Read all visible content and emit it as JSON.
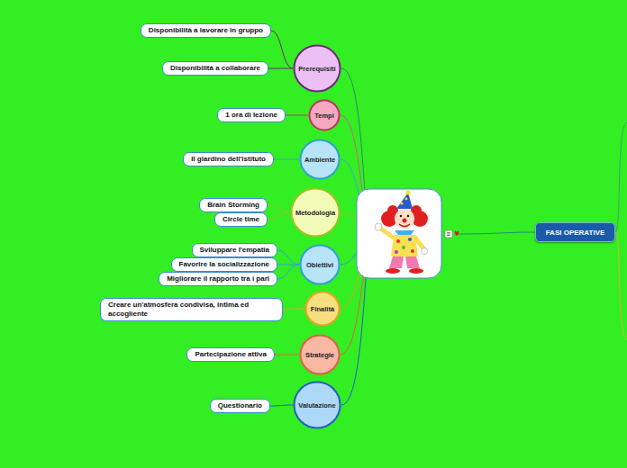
{
  "diagram": {
    "nodes": [
      {
        "text": [
          "Prerequisiti"
        ]
      },
      {
        "text": [
          "Disponibilità a lavorare in gruppo"
        ]
      },
      {
        "text": [
          "Disponibilità a collaborare"
        ]
      },
      {
        "text": [
          "Tempi"
        ]
      },
      {
        "text": [
          "1 ora di lezione"
        ]
      },
      {
        "text": [
          "Ambiente"
        ]
      },
      {
        "text": [
          "Il giardino dell'istituto"
        ]
      },
      {
        "text": [
          "Metodologia"
        ]
      },
      {
        "text": [
          "Brain Storming"
        ]
      },
      {
        "text": [
          "Circle time"
        ]
      },
      {
        "text": [
          "Obiettivi"
        ]
      },
      {
        "text": [
          "Sviluppare l'empatia"
        ]
      },
      {
        "text": [
          "Favorire la socializzazione"
        ]
      },
      {
        "text": [
          "Migliorare il rapporto tra i pari"
        ]
      },
      {
        "text": [
          "Finalità"
        ]
      },
      {
        "text": [
          "Creare un'atmosfera condivisa, intima ed accogliente"
        ]
      },
      {
        "text": [
          "Strategie"
        ]
      },
      {
        "text": [
          "Partecipazione attiva"
        ]
      },
      {
        "text": [
          "Valutazione"
        ]
      },
      {
        "text": [
          "Questionario"
        ]
      },
      {
        "text": [
          "FASI OPERATIVE"
        ]
      }
    ],
    "edges": [
      {
        "from": 0,
        "to": 1,
        "arrow": "none"
      },
      {
        "from": 0,
        "to": 2,
        "arrow": "none"
      },
      {
        "from": 3,
        "to": 4,
        "arrow": "none"
      },
      {
        "from": 5,
        "to": 6,
        "arrow": "none"
      },
      {
        "from": 7,
        "to": 8,
        "arrow": "none"
      },
      {
        "from": 7,
        "to": 9,
        "arrow": "none"
      },
      {
        "from": 10,
        "to": 11,
        "arrow": "none"
      },
      {
        "from": 10,
        "to": 12,
        "arrow": "none"
      },
      {
        "from": 10,
        "to": 13,
        "arrow": "none"
      },
      {
        "from": 14,
        "to": 15,
        "arrow": "none"
      },
      {
        "from": 16,
        "to": 17,
        "arrow": "none"
      },
      {
        "from": 18,
        "to": 19,
        "arrow": "none"
      }
    ]
  }
}
